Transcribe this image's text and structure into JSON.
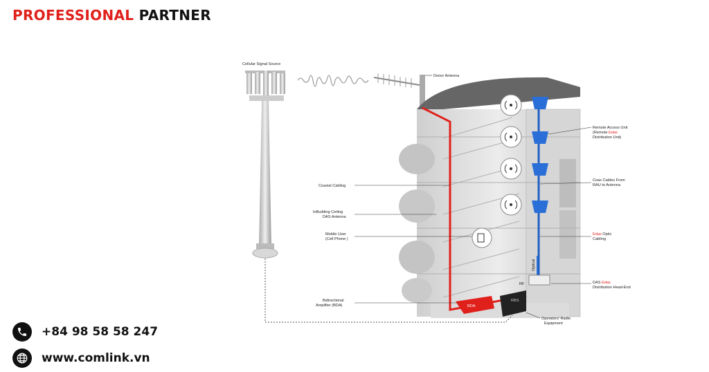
{
  "brand": {
    "word1": "PROFESSIONAL",
    "word2": "PARTNER"
  },
  "contact": {
    "phone": "+84 98 58 58 247",
    "website": "www.comlink.vn"
  },
  "diagram": {
    "cellular_signal_source": "Cellular Signal Source",
    "donor_antenna": "Donor Antenna",
    "coaxial_cabling": "Coaxial Cabling",
    "inbuilding_antenna_1": "InBuilding Ceiling",
    "inbuilding_antenna_2": "DAS Antenna",
    "mobile_user_1": "Mobile User",
    "mobile_user_2": "(Cell Phone )",
    "bda_1": "Bidirectional",
    "bda_2": "Amplifier (BDA)",
    "bda_box": "BDA",
    "rau_1": "Remote Access Unit",
    "rau_2a": "(Remote ",
    "rau_2b": "Edas",
    "rau_3": "Distribution Unit)",
    "coax_rau_1": "Coax Cables From",
    "coax_rau_2": "RAU to Antenna",
    "optic_1a": "Edas",
    "optic_1b": " Optic",
    "optic_2": "Cabling",
    "headend_1a": "DAS ",
    "headend_1b": "Edas",
    "headend_2": "Distribution Head-End",
    "operators_1": "Operators’ Radio",
    "operators_2": "Equipment",
    "optical": "Optical",
    "rf": "RF",
    "rbs": "RBS"
  },
  "colors": {
    "accent": "#e0201b",
    "optic": "#1f5fc4",
    "text": "#111111"
  }
}
